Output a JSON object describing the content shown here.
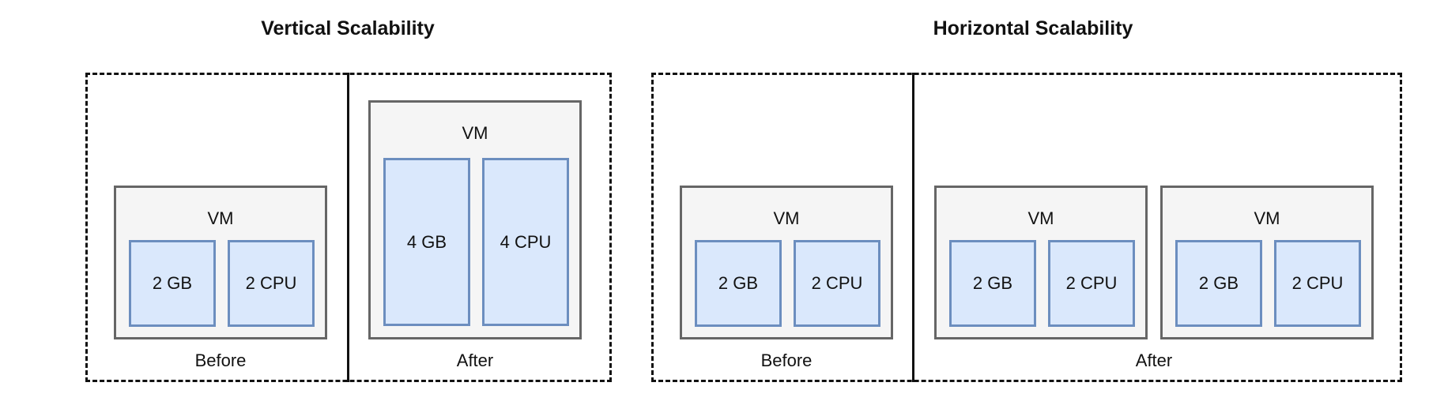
{
  "vertical": {
    "title": "Vertical Scalability",
    "before": {
      "caption": "Before",
      "vm": {
        "label": "VM",
        "memory": "2 GB",
        "cpu": "2 CPU"
      }
    },
    "after": {
      "caption": "After",
      "vm": {
        "label": "VM",
        "memory": "4 GB",
        "cpu": "4 CPU"
      }
    }
  },
  "horizontal": {
    "title": "Horizontal Scalability",
    "before": {
      "caption": "Before",
      "vm": {
        "label": "VM",
        "memory": "2 GB",
        "cpu": "2 CPU"
      }
    },
    "after": {
      "caption": "After",
      "vms": [
        {
          "label": "VM",
          "memory": "2 GB",
          "cpu": "2 CPU"
        },
        {
          "label": "VM",
          "memory": "2 GB",
          "cpu": "2 CPU"
        }
      ]
    }
  },
  "colors": {
    "vm_fill": "#f5f5f5",
    "vm_border": "#666666",
    "resource_fill": "#dae8fc",
    "resource_border": "#6c8ebf",
    "frame_border": "#111111"
  }
}
